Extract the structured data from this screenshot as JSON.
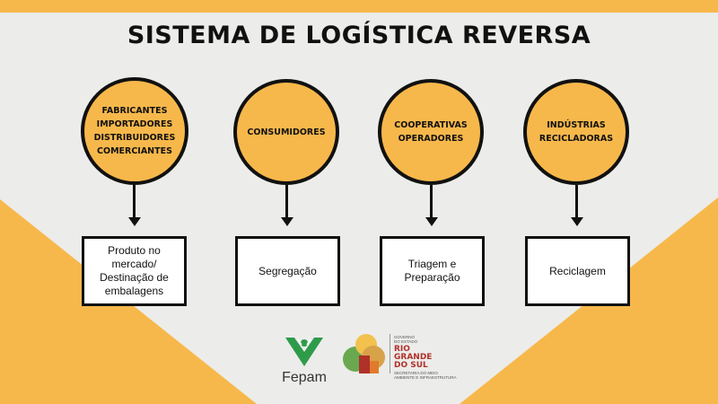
{
  "title": "SISTEMA DE LOGÍSTICA REVERSA",
  "colors": {
    "accent": "#f7b84b",
    "ink": "#111111",
    "background": "#ececea",
    "box_fill": "#ffffff"
  },
  "flow": [
    {
      "actor": "FABRICANTES\nIMPORTADORES\nDISTRIBUIDORES\nCOMERCIANTES",
      "step": "Produto no\nmercado/\nDestinação de\nembalagens"
    },
    {
      "actor": "CONSUMIDORES",
      "step": "Segregação"
    },
    {
      "actor": "COOPERATIVAS\nOPERADORES",
      "step": "Triagem e\nPreparação"
    },
    {
      "actor": "INDÚSTRIAS\nRECICLADORAS",
      "step": "Reciclagem"
    }
  ],
  "logos": {
    "fepam": {
      "name": "Fepam",
      "icon": "fepam-tree-icon"
    },
    "government": {
      "icon": "rio-grande-do-sul-emblem-icon",
      "line1": "GOVERNO",
      "line2": "DO ESTADO",
      "state_line1": "RIO",
      "state_line2": "GRANDE",
      "state_line3": "DO SUL",
      "secretariat_line1": "SECRETARIA DO MEIO",
      "secretariat_line2": "AMBIENTE E INFRAESTRUTURA"
    }
  }
}
